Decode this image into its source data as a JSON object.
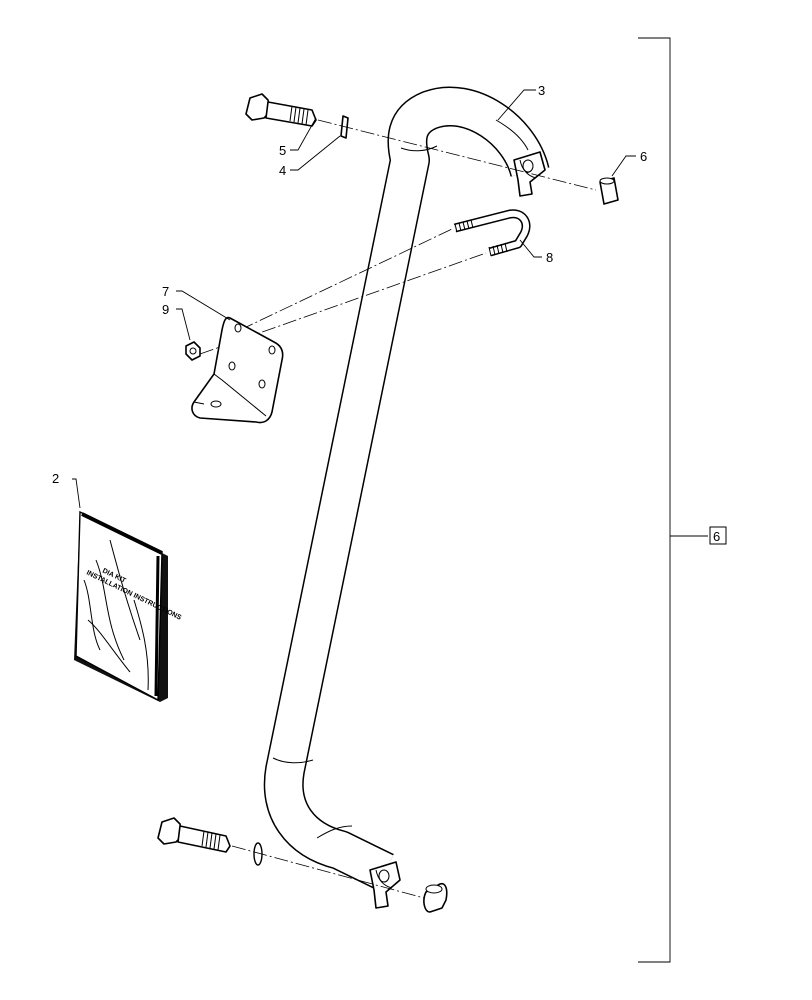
{
  "callouts": {
    "c2": "2",
    "c3": "3",
    "c4": "4",
    "c5": "5",
    "c6": "6",
    "c7": "7",
    "c8": "8",
    "c9": "9",
    "assembly": "6"
  },
  "manual": {
    "line1": "DIA KIT",
    "line2": "INSTALLATION INSTRUCTIONS"
  }
}
